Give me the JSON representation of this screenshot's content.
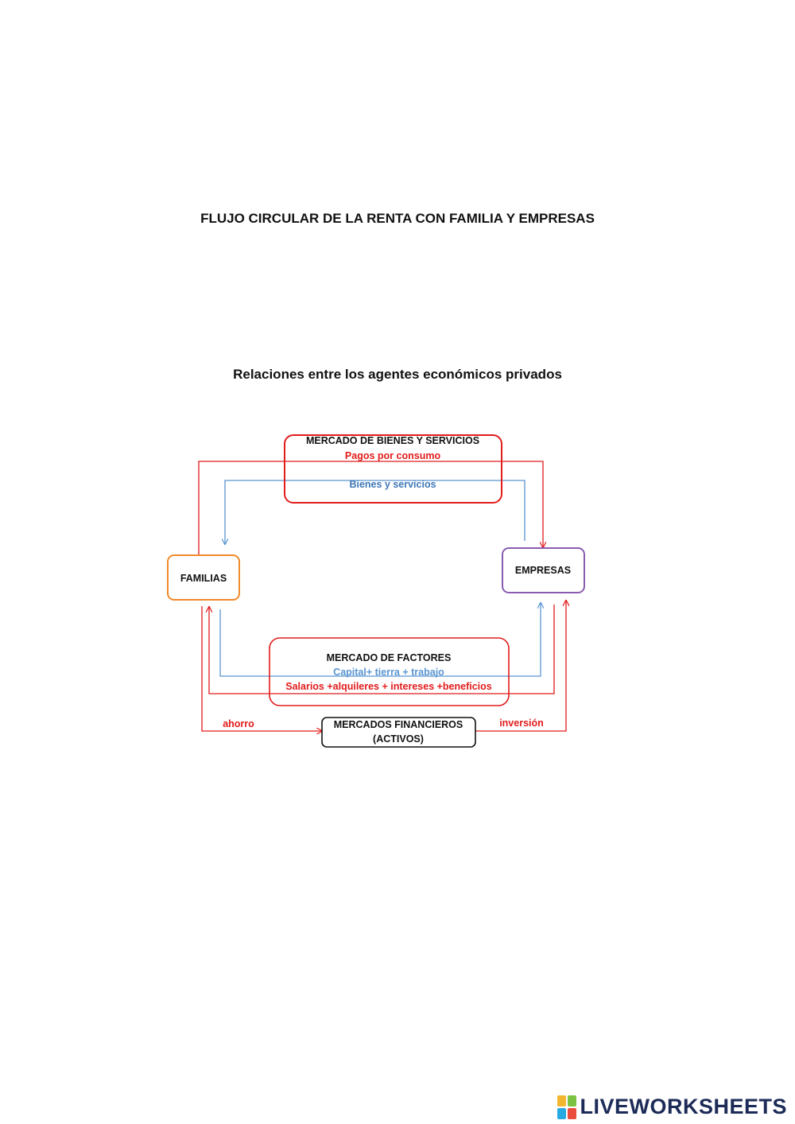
{
  "title": "FLUJO CIRCULAR DE LA RENTA CON FAMILIA Y EMPRESAS",
  "subtitle": "Relaciones entre los agentes económicos privados",
  "diagram": {
    "mercado_bienes": {
      "title": "MERCADO DE BIENES Y SERVICIOS",
      "pagos": "Pagos por consumo",
      "bienes": "Bienes y servicios"
    },
    "familias": "FAMILIAS",
    "empresas": "EMPRESAS",
    "mercado_factores": {
      "title": "MERCADO DE FACTORES",
      "factores": "Capital+ tierra + trabajo",
      "rentas": "Salarios +alquileres + intereses +beneficios"
    },
    "mercados_financieros": {
      "line1": "MERCADOS FINANCIEROS",
      "line2": "(ACTIVOS)"
    },
    "ahorro": "ahorro",
    "inversion": "inversión"
  },
  "colors": {
    "red": "#e21b1b",
    "blue": "#3f77b5",
    "light_blue": "#5a95d1",
    "orange": "#f08a2c",
    "purple": "#8a5bb0",
    "black": "#111111"
  },
  "watermark": {
    "text": "LIVEWORKSHEETS",
    "logo_icon": "liveworksheets-logo-icon"
  }
}
